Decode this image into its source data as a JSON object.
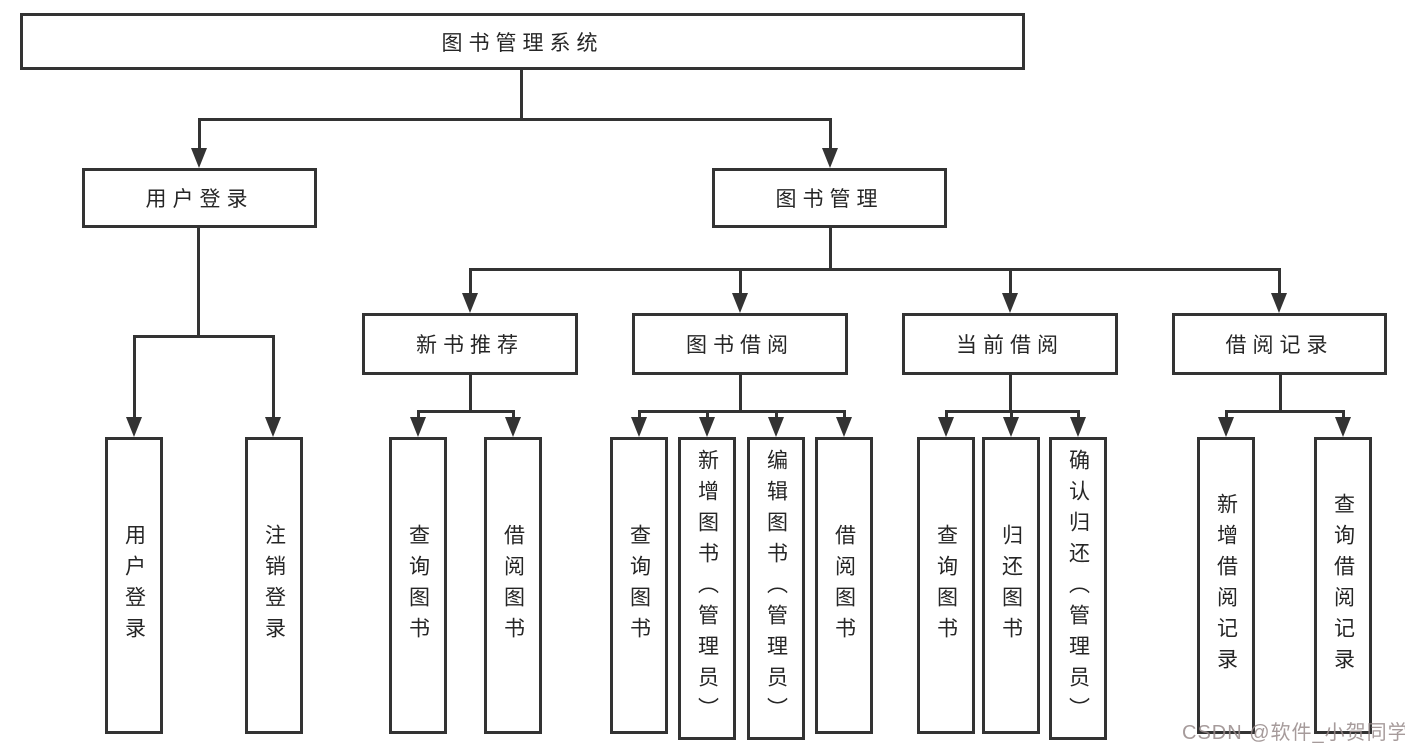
{
  "diagram": {
    "nodes": {
      "root": "图书管理系统",
      "user_login": "用户登录",
      "book_mgmt": "图书管理",
      "new_book_rec": "新书推荐",
      "book_borrow": "图书借阅",
      "current_borrow": "当前借阅",
      "borrow_records": "借阅记录",
      "leaf_user_login": "用户登录",
      "leaf_logout": "注销登录",
      "leaf_rec_query": "查询图书",
      "leaf_rec_borrow": "借阅图书",
      "leaf_bb_query": "查询图书",
      "leaf_bb_add": "新增图书（管理员）",
      "leaf_bb_edit": "编辑图书（管理员）",
      "leaf_bb_borrow": "借阅图书",
      "leaf_cb_query": "查询图书",
      "leaf_cb_return": "归还图书",
      "leaf_cb_confirm": "确认归还（管理员）",
      "leaf_br_add": "新增借阅记录",
      "leaf_br_query": "查询借阅记录"
    },
    "colors": {
      "line": "#333333",
      "text": "#262626",
      "box_fill": "#ffffff",
      "background": "#ffffff",
      "watermark": "#968989"
    }
  },
  "watermark": {
    "text": "CSDN @软件_小贺同学"
  }
}
